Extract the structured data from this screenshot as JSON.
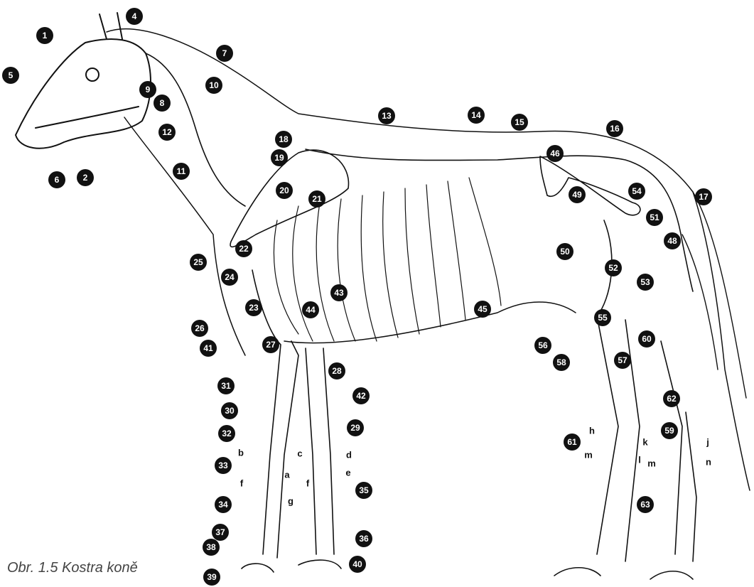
{
  "caption": "Obr. 1.5 Kostra koně",
  "callouts": [
    "1",
    "2",
    "4",
    "5",
    "6",
    "7",
    "8",
    "9",
    "10",
    "11",
    "12",
    "13",
    "14",
    "15",
    "16",
    "17",
    "18",
    "19",
    "20",
    "21",
    "22",
    "23",
    "24",
    "25",
    "26",
    "27",
    "28",
    "29",
    "30",
    "31",
    "32",
    "33",
    "34",
    "35",
    "36",
    "37",
    "38",
    "39",
    "40",
    "41",
    "42",
    "43",
    "44",
    "45",
    "46",
    "48",
    "49",
    "50",
    "51",
    "52",
    "53",
    "54",
    "55",
    "56",
    "57",
    "58",
    "59",
    "60",
    "61",
    "62",
    "63"
  ],
  "letters": [
    "a",
    "b",
    "c",
    "d",
    "e",
    "f",
    "f",
    "g",
    "h",
    "j",
    "k",
    "l",
    "m",
    "m",
    "n"
  ]
}
